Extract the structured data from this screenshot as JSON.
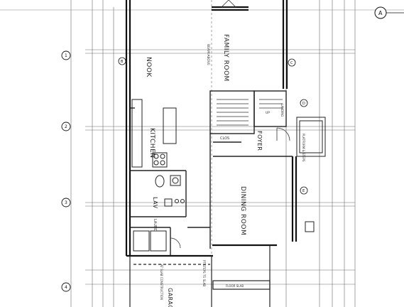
{
  "rooms": {
    "nook": "NOOK",
    "family_room": "FAMILY ROOM",
    "kitchen": "KITCHEN",
    "laundry_lav": "LAV",
    "dining_room": "DINING ROOM",
    "foyer": "FOYER",
    "garage": "GARAGE",
    "laund": "LAUND",
    "closet": "CLOS"
  },
  "notes": {
    "beam_above": "BEAM ABOVE",
    "stairs_up": "UP",
    "landing": "LANDING",
    "platform_steps": "PLATFORM & STEPS",
    "slab_note": "AT SLAB CONSTRUCTION",
    "steps_note": "PT STEPS TO SLAB",
    "floor_slab": "FLOOR SLAB"
  },
  "grid_bubbles": {
    "left": [
      "1",
      "2",
      "3",
      "4"
    ],
    "top_right": "A",
    "interior": [
      "B",
      "C",
      "D",
      "E"
    ]
  }
}
